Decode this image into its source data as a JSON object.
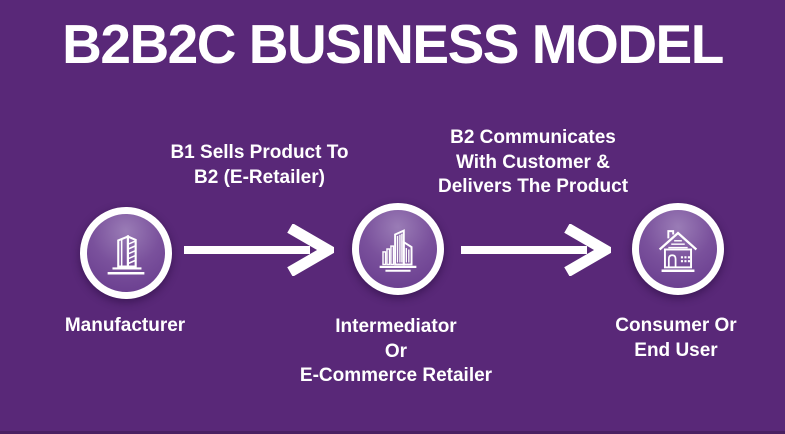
{
  "title": "B2B2C BUSINESS MODEL",
  "colors": {
    "background": "#592878",
    "text": "#FFFFFF",
    "circle_ring": "#FFFFFF",
    "circle_fill_light": "#9A7CB6",
    "circle_fill_dark": "#66398C"
  },
  "nodes": [
    {
      "icon": "factory-building-icon",
      "lines": [
        "Manufacturer"
      ]
    },
    {
      "icon": "city-buildings-icon",
      "lines": [
        "Intermediator",
        "Or",
        "E-Commerce Retailer"
      ]
    },
    {
      "icon": "house-icon",
      "lines": [
        "Consumer Or",
        "End User"
      ]
    }
  ],
  "arrows": [
    {
      "lines": [
        "B1 Sells Product To",
        "B2 (E-Retailer)"
      ]
    },
    {
      "lines": [
        "B2 Communicates",
        "With Customer &",
        "Delivers The Product"
      ]
    }
  ]
}
